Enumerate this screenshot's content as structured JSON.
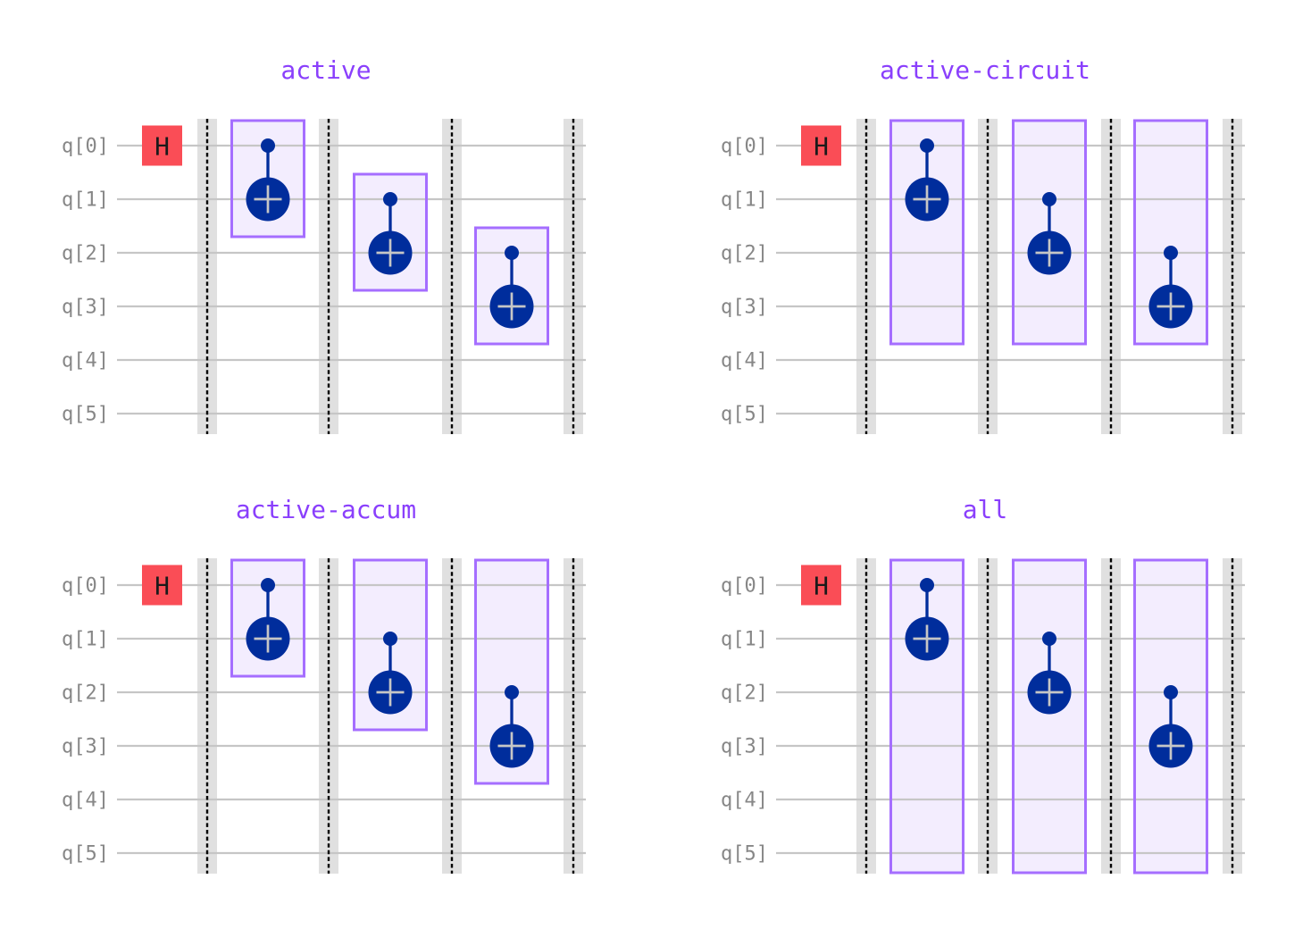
{
  "figure": {
    "background": "#ffffff",
    "colors": {
      "title": "#8a3ffc",
      "qubit_label": "#878787",
      "wire": "#c6c6c6",
      "h_gate_fill": "#fa4d56",
      "h_gate_text": "#1a1a1a",
      "cx_color": "#002d9c",
      "cx_plus": "#c6c6c6",
      "barrier_band": "#e0e0e0",
      "barrier_dash": "#000000",
      "box_border": "#a56eff",
      "box_fill": "#f3edfe"
    },
    "qubits": [
      "q[0]",
      "q[1]",
      "q[2]",
      "q[3]",
      "q[4]",
      "q[5]"
    ],
    "circuit": {
      "h_gate": {
        "label": "H",
        "qubit": 0
      },
      "cx_gates": [
        {
          "control": 0,
          "target": 1
        },
        {
          "control": 1,
          "target": 2
        },
        {
          "control": 2,
          "target": 3
        }
      ],
      "num_barriers": 4
    },
    "panels": [
      {
        "title": "active",
        "boxes": [
          {
            "top_qubit": 0,
            "bottom_qubit": 1,
            "to_circuit_edge": false
          },
          {
            "top_qubit": 1,
            "bottom_qubit": 2,
            "to_circuit_edge": false
          },
          {
            "top_qubit": 2,
            "bottom_qubit": 3,
            "to_circuit_edge": false
          }
        ]
      },
      {
        "title": "active-circuit",
        "boxes": [
          {
            "top_qubit": 0,
            "bottom_qubit": 3,
            "to_circuit_edge": false
          },
          {
            "top_qubit": 0,
            "bottom_qubit": 3,
            "to_circuit_edge": false
          },
          {
            "top_qubit": 0,
            "bottom_qubit": 3,
            "to_circuit_edge": false
          }
        ]
      },
      {
        "title": "active-accum",
        "boxes": [
          {
            "top_qubit": 0,
            "bottom_qubit": 1,
            "to_circuit_edge": false
          },
          {
            "top_qubit": 0,
            "bottom_qubit": 2,
            "to_circuit_edge": false
          },
          {
            "top_qubit": 0,
            "bottom_qubit": 3,
            "to_circuit_edge": false
          }
        ]
      },
      {
        "title": "all",
        "boxes": [
          {
            "top_qubit": 0,
            "bottom_qubit": 5,
            "to_circuit_edge": true
          },
          {
            "top_qubit": 0,
            "bottom_qubit": 5,
            "to_circuit_edge": true
          },
          {
            "top_qubit": 0,
            "bottom_qubit": 5,
            "to_circuit_edge": true
          }
        ]
      }
    ]
  }
}
